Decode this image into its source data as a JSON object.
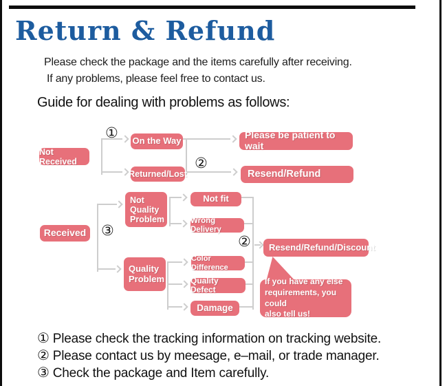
{
  "colors": {
    "title_blue": "#1d5c9f",
    "node_pink": "#e7707a",
    "line_gray": "#cdcdcd",
    "border_black": "#0d0d0d"
  },
  "header": {
    "title": "Return & Refund"
  },
  "intro": {
    "line1": "Please check the package and the items carefully after receiving.",
    "line2": "If any problems, please feel free to contact us."
  },
  "guide_heading": "Guide for dealing with problems as follows:",
  "flowchart": {
    "markers": {
      "one": "①",
      "two": "②",
      "three": "③"
    },
    "nodes": {
      "not_received": "Not Received",
      "on_the_way": "On the Way",
      "returned_lost": "Returned/Lost",
      "be_patient": "Please be patient to wait",
      "resend_refund": "Resend/Refund",
      "received": "Received",
      "not_quality_problem": "Not\nQuality\nProblem",
      "not_fit": "Not fit",
      "wrong_delivery": "Wrong Delivery",
      "quality_problem": "Quality\nProblem",
      "color_difference": "Color Difference",
      "quality_defect": "Quality Defect",
      "damage": "Damage",
      "resend_refund_discount": "Resend/Refund/Discount",
      "bubble": "If you have any else\nrequirements, you could\nalso tell us!"
    }
  },
  "footnotes": [
    {
      "marker": "①",
      "text": "Please check the tracking information on tracking website."
    },
    {
      "marker": "②",
      "text": "Please contact us by meesage, e–mail, or trade manager."
    },
    {
      "marker": "③",
      "text": "Check the package and Item carefully."
    }
  ]
}
